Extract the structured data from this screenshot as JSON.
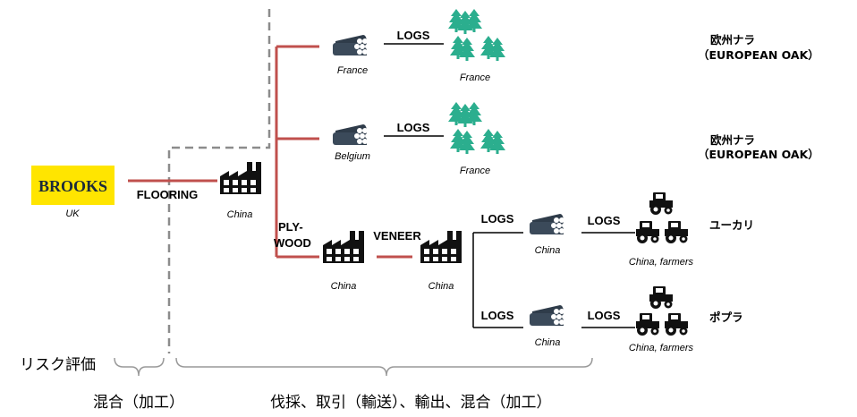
{
  "brand": {
    "logo_text": "BROOKS",
    "logo_color": "#FFE500",
    "location": "UK"
  },
  "flow_labels": {
    "flooring": "FLOORING",
    "plywood_line1": "PLY-",
    "plywood_line2": "WOOD",
    "veneer": "VENEER",
    "logs": "LOGS"
  },
  "nodes": {
    "factory_main": "China",
    "factory_plywood": "China",
    "factory_veneer": "China",
    "logs_france": "France",
    "logs_belgium": "Belgium",
    "logs_china_1": "China",
    "logs_china_2": "China",
    "forest_1": "France",
    "forest_2": "France",
    "farmers_1": "China, farmers",
    "farmers_2": "China, farmers"
  },
  "species": {
    "oak_1_jp": "欧州ナラ",
    "oak_1_en": "（EUROPEAN OAK）",
    "oak_2_jp": "欧州ナラ",
    "oak_2_en": "（EUROPEAN OAK）",
    "eucalyptus": "ユーカリ",
    "poplar": "ポプラ"
  },
  "bottom": {
    "risk_label": "リスク評価",
    "mixing_label": "混合（加工）",
    "process_label": "伐採、取引（輸送）、輸出、混合（加工）"
  },
  "colors": {
    "supply_line": "#C0504D",
    "dashed_line": "#8C8C8C",
    "forest": "#2BAE8E",
    "icon_dark": "#111111",
    "logs_dark": "#2F3C4A",
    "bracket": "#999999"
  },
  "icons": [
    "brooks-logo",
    "factory-icon",
    "logs-icon",
    "forest-icon",
    "tractor-icon"
  ]
}
